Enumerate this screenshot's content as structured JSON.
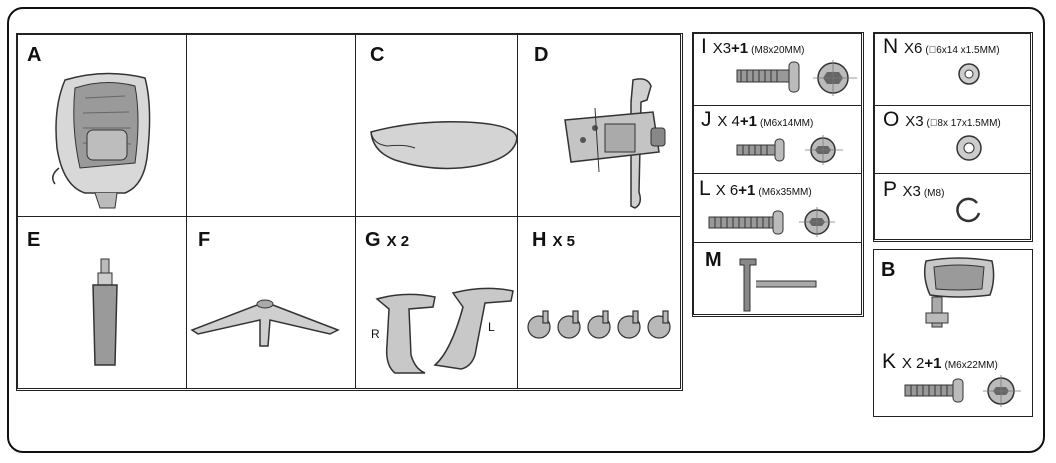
{
  "parts": {
    "A": {
      "letter": "A"
    },
    "C": {
      "letter": "C"
    },
    "D": {
      "letter": "D"
    },
    "E": {
      "letter": "E"
    },
    "F": {
      "letter": "F"
    },
    "G": {
      "letter": "G",
      "qty": "X 2",
      "right_label": "R",
      "left_label": "L"
    },
    "H": {
      "letter": "H",
      "qty": "X 5"
    },
    "M": {
      "letter": "M"
    },
    "B": {
      "letter": "B"
    }
  },
  "hardware": {
    "I": {
      "letter": "I",
      "mul": "X3",
      "plus": "+1",
      "spec": "(M8x20MM)"
    },
    "J": {
      "letter": "J",
      "mul": "X 4",
      "plus": "+1",
      "spec": "(M6x14MM)"
    },
    "L": {
      "letter": "L",
      "mul": "X 6",
      "plus": "+1",
      "spec": "(M6x35MM)"
    },
    "N": {
      "letter": "N",
      "mul": "X6",
      "spec": "(⃠6x14 x1.5MM)"
    },
    "O": {
      "letter": "O",
      "mul": "X3",
      "spec": "(⃠8x 17x1.5MM)"
    },
    "P": {
      "letter": "P",
      "mul": "X3",
      "spec": "(M8)"
    },
    "K": {
      "letter": "K",
      "mul": "X 2",
      "plus": "+1",
      "spec": "(M6x22MM)"
    }
  }
}
